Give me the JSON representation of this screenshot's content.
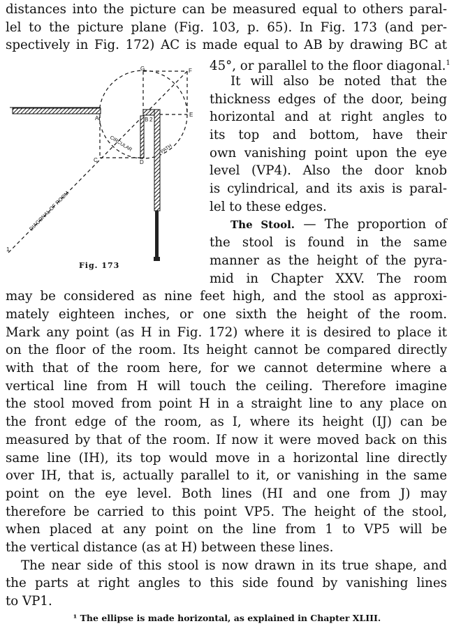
{
  "body": {
    "top_lines": [
      "distances into the picture can be measured equal to others paral-",
      "lel to the picture plane (Fig. 103, p. 65). In Fig. 173 (and per-",
      "spectively in Fig. 172) AC is made equal to AB by drawing BC at"
    ],
    "col_line_1": "45°, or parallel to the floor diagonal.",
    "footnote_mark": "1",
    "col_lines": [
      "It will also be noted that the",
      "thickness edges of the door, being",
      "horizontal and at right angles to",
      "its top and bottom, have their",
      "own vanishing point upon the eye",
      "level (VP4). Also the door knob",
      "is cylindrical, and its axis is paral-",
      "lel to these edges."
    ],
    "stool_heading": "The Stool.",
    "stool_first": " — The proportion of",
    "col_lines_2": [
      "the stool is found in the same",
      "manner as the height of the pyra-",
      "mid in Chapter XXV. The room"
    ],
    "full_lines": [
      "may be considered as nine feet high, and the stool as approxi-",
      "mately eighteen inches, or one sixth the height of the room.",
      "Mark any point (as H in Fig. 172) where it is desired to place it",
      "on the floor of the room. Its height cannot be compared directly",
      "with that of the room here, for we cannot determine where a",
      "vertical line from H will touch the ceiling. Therefore imagine",
      "the stool moved from point H in a straight line to any place on",
      "the front edge of the room, as I, where its height (IJ) can be",
      "measured by that of the room. If now it were moved back on this",
      "same line (IH), its top would move in a horizontal line directly",
      "over IH, that is, actually parallel to it, or vanishing in the same",
      "point on the eye level. Both lines (HI and one from J) may",
      "therefore be carried to this point VP5. The height of the stool,",
      "when placed at any point on the line from 1 to VP5 will be",
      "the vertical distance (as at H) between these lines."
    ],
    "last_para": [
      "The near side of this stool is now drawn in its true shape, and",
      "the parts at right angles to this side found by vanishing lines",
      "to VP1."
    ]
  },
  "figure": {
    "caption": "Fig. 173",
    "labels": {
      "A": "A",
      "B": "B",
      "C": "C",
      "D": "D",
      "E": "E",
      "F": "F",
      "G": "G",
      "one": "1",
      "two": "2",
      "circular": "CIRCULAR",
      "path": "PATH",
      "diagonal": "DIAGONAL OF ROOM"
    }
  },
  "footnote": "¹ The ellipse is made horizontal, as explained in Chapter XLIII."
}
